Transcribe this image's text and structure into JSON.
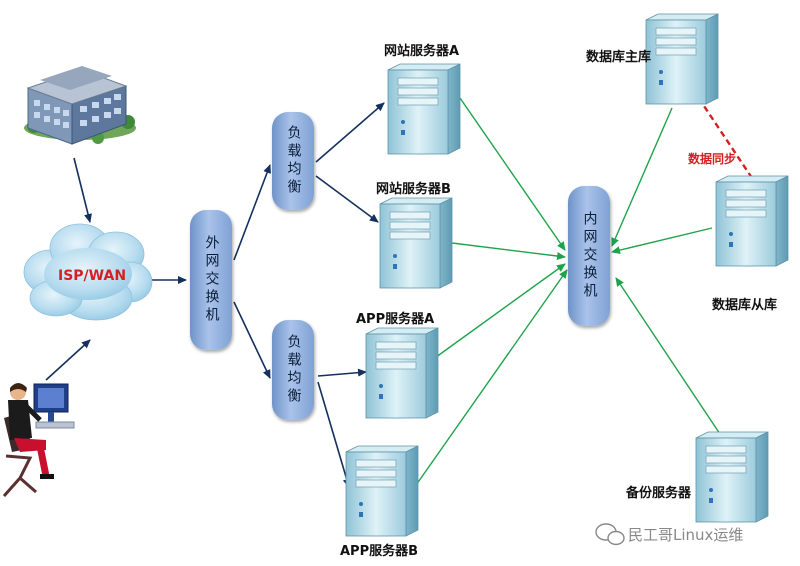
{
  "nodes": {
    "isp": "ISP/WAN",
    "outer_switch": "外网交换机",
    "lb_top": "负载均衡",
    "lb_bottom": "负载均衡",
    "inner_switch": "内网交换机",
    "web_a": "网站服务器A",
    "web_b": "网站服务器B",
    "app_a": "APP服务器A",
    "app_b": "APP服务器B",
    "db_master": "数据库主库",
    "db_slave": "数据库从库",
    "backup": "备份服务器"
  },
  "edge_labels": {
    "db_sync": "数据同步"
  },
  "watermark": "民工哥Linux运维",
  "colors": {
    "arrow_navy": "#14305e",
    "arrow_green": "#1fa34a",
    "sync_red": "#d42020",
    "pill": "#8fb0e0",
    "server": "#bfe0ea"
  }
}
